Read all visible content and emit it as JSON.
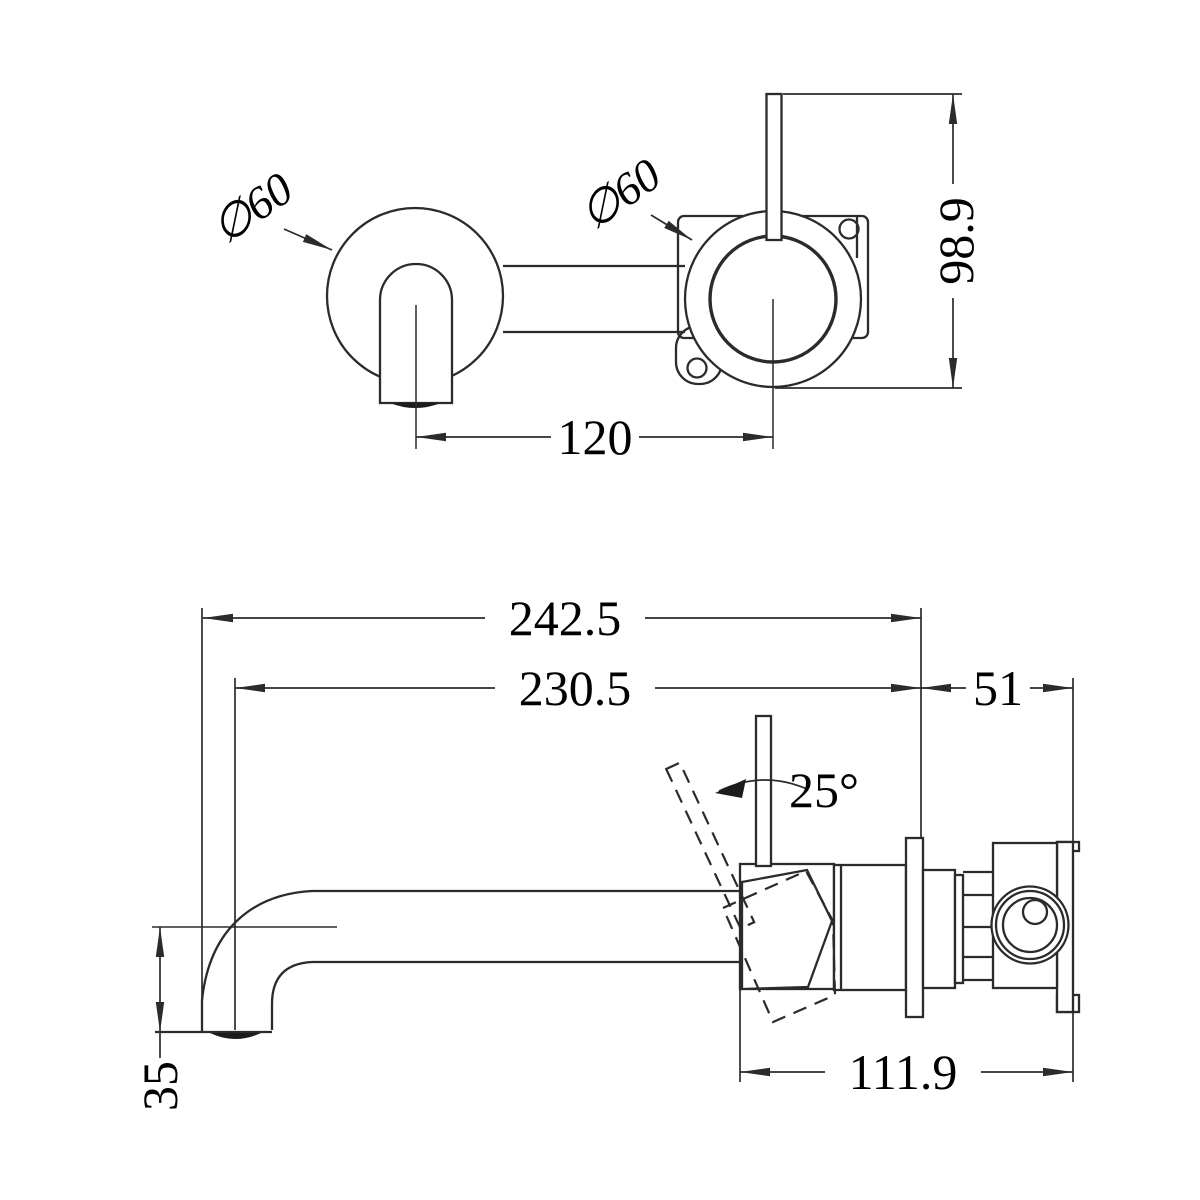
{
  "colors": {
    "line": "#2b2b2b",
    "text": "#000000",
    "background": "#ffffff"
  },
  "top_view": {
    "left_diameter": "∅60",
    "right_diameter": "∅60",
    "center_spacing": "120",
    "overall_height": "98.9"
  },
  "side_view": {
    "overall_length": "242.5",
    "spout_length": "230.5",
    "wall_plate_depth": "51",
    "handle_swing_angle": "25°",
    "rough_in_length": "111.9",
    "spout_drop": "35"
  }
}
